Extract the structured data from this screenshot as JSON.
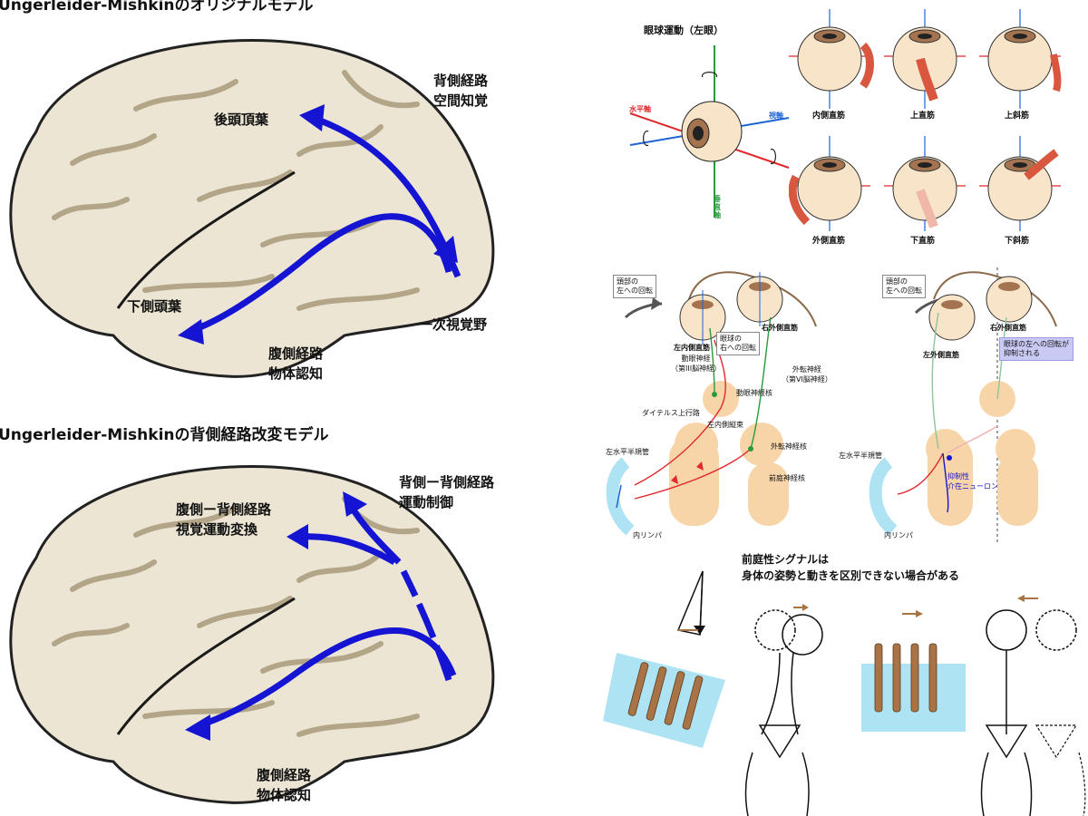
{
  "brain_top": {
    "title": "Ungerleider-Mishkinのオリジナルモデル",
    "labels": {
      "parietal": "後頭頂葉",
      "dorsal_1": "背側経路",
      "dorsal_2": "空間知覚",
      "temporal": "下側頭葉",
      "v1": "一次視覚野",
      "ventral_1": "腹側経路",
      "ventral_2": "物体認知"
    }
  },
  "brain_bottom": {
    "title": "Ungerleider-Mishkinの背側経路改変モデル",
    "labels": {
      "dd_1": "背側ー背側経路",
      "dd_2": "運動制御",
      "vd_1": "腹側ー背側経路",
      "vd_2": "視覚運動変換",
      "ventral_1": "腹側経路",
      "ventral_2": "物体認知"
    }
  },
  "eye_movement": {
    "title": "眼球運動（左眼）",
    "axes": {
      "horizontal": "水平軸",
      "visual": "視軸",
      "vertical": "垂直軸"
    },
    "muscles_top": [
      "内側直筋",
      "上直筋",
      "上斜筋"
    ],
    "muscles_bottom": [
      "外側直筋",
      "下直筋",
      "下斜筋"
    ]
  },
  "vor_left": {
    "head_rotation_1": "頭部の",
    "head_rotation_2": "左への回転",
    "eye_rotation_1": "眼球の",
    "eye_rotation_2": "右への回転",
    "right_lateral_rectus": "右外側直筋",
    "left_medial_rectus": "左内側直筋",
    "oculomotor_nerve_1": "動眼神経",
    "oculomotor_nerve_2": "（第III脳神経）",
    "abducens_nerve_1": "外転神経",
    "abducens_nerve_2": "（第VI脳神経）",
    "oculomotor_nucleus": "動眼神経核",
    "deiters": "ダイテルス上行路",
    "mlf": "左内側縦束",
    "abducens_nucleus": "外転神経核",
    "vestibular_nucleus": "前庭神経核",
    "canal": "左水平半規管",
    "endolymph": "内リンパ"
  },
  "vor_right": {
    "head_rotation_1": "頭部の",
    "head_rotation_2": "左への回転",
    "right_lateral_rectus": "右外側直筋",
    "left_lateral_rectus": "左外側直筋",
    "inhibited_1": "眼球の左への回転が",
    "inhibited_2": "抑制される",
    "canal": "左水平半規管",
    "interneuron_1": "抑制性",
    "interneuron_2": "介在ニューロン",
    "endolymph": "内リンパ"
  },
  "vestibular_signal": {
    "caption_1": "前庭性シグナルは",
    "caption_2": "身体の姿勢と動きを区別できない場合がある"
  },
  "colors": {
    "pathway_blue": "#1414d2",
    "brain_fill": "#ece5d3",
    "sulcus": "#b2a588",
    "skin": "#f8d5a8",
    "muscle": "#d9573f",
    "hair_cell": "#a87445",
    "fluid": "#aee3f3",
    "axis_red": "#e0282d",
    "axis_blue": "#1e64d4",
    "axis_green": "#2a9a3c"
  }
}
